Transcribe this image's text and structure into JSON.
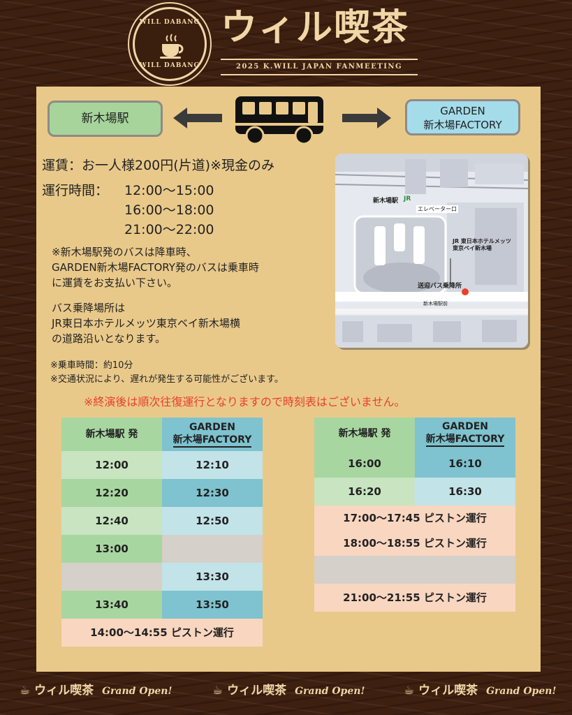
{
  "header": {
    "logo_top": "WILL DABANG",
    "logo_bottom": "WILL DABANG",
    "title": "ウィル喫茶",
    "subtitle": "2025 K.WILL JAPAN FANMEETING"
  },
  "route": {
    "left_station": "新木場駅",
    "right_station_line1": "GARDEN",
    "right_station_line2": "新木場FACTORY"
  },
  "info": {
    "fare": "運賃：お一人様200円(片道)※現金のみ",
    "hours_label": "運行時間：",
    "hours": [
      "12:00〜15:00",
      "16:00〜18:00",
      "21:00〜22:00"
    ],
    "note1": [
      "※新木場駅発のバスは降車時、",
      "GARDEN新木場FACTORY発のバスは乗車時",
      "に運賃をお支払い下さい。"
    ],
    "note2": [
      "バス乗降場所は",
      "JR東日本ホテルメッツ東京ベイ新木場横",
      "の道路沿いとなります。"
    ],
    "small1": "※乗車時間：約10分",
    "small2": "※交通状況により、遅れが発生する可能性がございます。",
    "red_note": "※終演後は順次往復運行となりますので時刻表はございません。"
  },
  "map": {
    "station": "新木場駅",
    "jr": "JR",
    "elevator": "エレベーター口",
    "hotel_line1": "JR 東日本ホテルメッツ",
    "hotel_line2": "東京ベイ新木場",
    "bus_stop": "送迎バス乗降所",
    "road": "新木場駅前"
  },
  "timetable_left": {
    "header_left": "新木場駅 発",
    "header_right_line1": "GARDEN",
    "header_right_line2": "新木場FACTORY",
    "rows": [
      {
        "dep": "12:00",
        "arr": "12:10"
      },
      {
        "dep": "12:20",
        "arr": "12:30"
      },
      {
        "dep": "12:40",
        "arr": "12:50"
      },
      {
        "dep": "13:00",
        "arr": ""
      },
      {
        "dep": "",
        "arr": "13:30"
      },
      {
        "dep": "13:40",
        "arr": "13:50"
      }
    ],
    "piston": "14:00〜14:55 ピストン運行"
  },
  "timetable_right": {
    "header_left": "新木場駅 発",
    "header_right_line1": "GARDEN",
    "header_right_line2": "新木場FACTORY",
    "rows": [
      {
        "dep": "16:00",
        "arr": "16:10"
      },
      {
        "dep": "16:20",
        "arr": "16:30"
      }
    ],
    "piston1": "17:00〜17:45 ピストン運行",
    "piston2": "18:00〜18:55 ピストン運行",
    "piston3": "21:00〜21:55 ピストン運行"
  },
  "footer": {
    "brand": "ウィル喫茶",
    "tagline": "Grand Open!"
  }
}
